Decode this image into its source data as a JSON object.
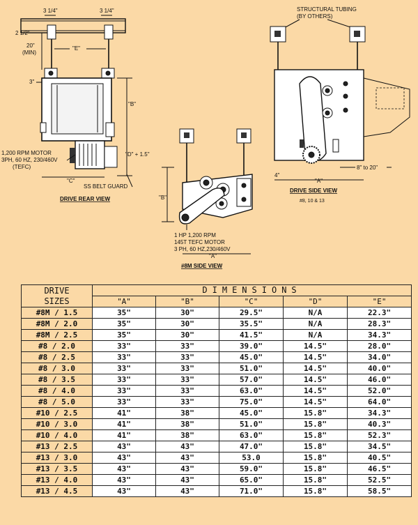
{
  "rear_view": {
    "dim_left_top": "3 1/4\"",
    "dim_right_top": "3 1/4\"",
    "dim_2half": "2 1/2\"",
    "dim_min_value": "20\"",
    "dim_min_note": "(MIN)",
    "dim_e": "\"E\"",
    "dim_3": "3\"",
    "dim_b": "\"B\"",
    "dim_d": "\"D\" + 1.5\"",
    "dim_c": "\"C\"",
    "motor_line1": "1,200 RPM MOTOR",
    "motor_line2": "3PH, 60 HZ, 230/460V",
    "motor_line3": "(TEFC)",
    "guard": "SS BELT GUARD",
    "caption": "DRIVE REAR VIEW"
  },
  "side_view": {
    "tubing_line1": "STRUCTURAL TUBING",
    "tubing_line2": "(BY OTHERS)",
    "dim_4": "4\"",
    "dim_a": "\"A\"",
    "dim_range": "8\" to 20\"",
    "caption": "DRIVE SIDE VIEW",
    "sub": "#8, 10 & 13"
  },
  "m8_view": {
    "dim_b": "\"B\"",
    "dim_a": "\"A\"",
    "motor_line1": "1 HP 1,200 RPM",
    "motor_line2": "145T TEFC MOTOR",
    "motor_line3": "3 PH, 60 HZ,230/460V",
    "caption": "#8M SIDE VIEW"
  },
  "table": {
    "drive_label_line1": "DRIVE",
    "drive_label_line2": "SIZES",
    "dimensions_label": "DIMENSIONS",
    "columns": [
      "\"A\"",
      "\"B\"",
      "\"C\"",
      "\"D\"",
      "\"E\""
    ],
    "rows": [
      {
        "size": "#8M / 1.5",
        "vals": [
          "35\"",
          "30\"",
          "29.5\"",
          "N/A",
          "22.3\""
        ]
      },
      {
        "size": "#8M / 2.0",
        "vals": [
          "35\"",
          "30\"",
          "35.5\"",
          "N/A",
          "28.3\""
        ]
      },
      {
        "size": "#8M / 2.5",
        "vals": [
          "35\"",
          "30\"",
          "41.5\"",
          "N/A",
          "34.3\""
        ]
      },
      {
        "size": "#8 / 2.0",
        "vals": [
          "33\"",
          "33\"",
          "39.0\"",
          "14.5\"",
          "28.0\""
        ]
      },
      {
        "size": "#8 / 2.5",
        "vals": [
          "33\"",
          "33\"",
          "45.0\"",
          "14.5\"",
          "34.0\""
        ]
      },
      {
        "size": "#8 / 3.0",
        "vals": [
          "33\"",
          "33\"",
          "51.0\"",
          "14.5\"",
          "40.0\""
        ]
      },
      {
        "size": "#8 / 3.5",
        "vals": [
          "33\"",
          "33\"",
          "57.0\"",
          "14.5\"",
          "46.0\""
        ]
      },
      {
        "size": "#8 / 4.0",
        "vals": [
          "33\"",
          "33\"",
          "63.0\"",
          "14.5\"",
          "52.0\""
        ]
      },
      {
        "size": "#8 / 5.0",
        "vals": [
          "33\"",
          "33\"",
          "75.0\"",
          "14.5\"",
          "64.0\""
        ]
      },
      {
        "size": "#10 / 2.5",
        "vals": [
          "41\"",
          "38\"",
          "45.0\"",
          "15.8\"",
          "34.3\""
        ]
      },
      {
        "size": "#10 / 3.0",
        "vals": [
          "41\"",
          "38\"",
          "51.0\"",
          "15.8\"",
          "40.3\""
        ]
      },
      {
        "size": "#10 / 4.0",
        "vals": [
          "41\"",
          "38\"",
          "63.0\"",
          "15.8\"",
          "52.3\""
        ]
      },
      {
        "size": "#13 / 2.5",
        "vals": [
          "43\"",
          "43\"",
          "47.0\"",
          "15.8\"",
          "34.5\""
        ]
      },
      {
        "size": "#13 / 3.0",
        "vals": [
          "43\"",
          "43\"",
          "53.0",
          "15.8\"",
          "40.5\""
        ]
      },
      {
        "size": "#13 / 3.5",
        "vals": [
          "43\"",
          "43\"",
          "59.0\"",
          "15.8\"",
          "46.5\""
        ]
      },
      {
        "size": "#13 / 4.0",
        "vals": [
          "43\"",
          "43\"",
          "65.0\"",
          "15.8\"",
          "52.5\""
        ]
      },
      {
        "size": "#13 / 4.5",
        "vals": [
          "43\"",
          "43\"",
          "71.0\"",
          "15.8\"",
          "58.5\""
        ]
      }
    ]
  }
}
